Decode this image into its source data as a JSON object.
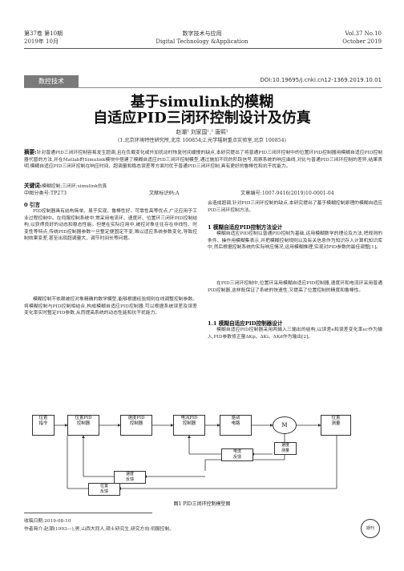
{
  "header": {
    "left_issue": "第37卷 第10期",
    "left_date": "2019年 10月",
    "center_cn": "数字技术与应用",
    "center_en": "Digital Technology &Application",
    "right_issue": "Vol.37  No.10",
    "right_date": "October   2019"
  },
  "tag": {
    "label": "数控技术"
  },
  "doi": "DOI:10.19695/j.cnki.cn12-1369.2019.10.01",
  "title": {
    "line1": "基于simulink的模糊",
    "line2": "自适应PID三闭环控制设计及仿真"
  },
  "authors": "赵潮¹ 刘家国¹,² 唐熙¹",
  "affiliation": "(1.北京环境特性研究所,北京  100854;2.光学辐射重点实验室,北京  100854)",
  "abstract": {
    "label": "摘要:",
    "text": "针对普通PID三闭环控制容易发生超调,且在负载变化或外加扰动时恢复时间缓慢的缺点,本研究提出了将普通PID三闭环控制中的位置环PID控制器用模糊自适应PID控制器代替的方法,并在Matlab的Simulink模块中搭建了模糊自适应PID三闭环控制模型,通过施加不同的阶跃信号,观察系统的响应曲线,对比与普通PID三闭环控制的差异,结果表明,模糊自适应PID三闭环控制在响应时间、超调量和稳态误差等方面均优于普通PID三闭环控制,具有更好的鲁棒性和抗干扰能力。"
  },
  "keywords": {
    "label": "关键词:",
    "text": "模糊控制;三闭环;simulink仿真"
  },
  "classification": {
    "clc": "中图分类号:TP273",
    "code": "文献标识码:A",
    "article_no": "文章编号:1007-9416(2019)10-0001-04"
  },
  "body": {
    "sec0_title": "0 引言",
    "sec0_p1": "PID控制器具有结构简单、易于实现、鲁棒性好、可靠性高等优点,广泛应用于工业过程控制中。在伺服控制系统中,常采用电流环、速度环、位置环三闭环PID控制结构,以获得良好的动态和稳态性能。但是在实际应用中,被控对象往往存在非线性、时变性等特点,传统PID控制器参数一旦整定便固定不变,难以适应系统参数变化,导致控制效果变差,甚至出现超调量大、调节时间长等问题。",
    "sec0_p2": "模糊控制不依赖被控对象精确的数学模型,能够根据经验规则在线调整控制参数。将模糊控制与PID控制相结合,构成模糊自适应PID控制器,可以根据系统误差及误差变化率实时整定PID参数,从而提高系统的动态性能和抗干扰能力。",
    "right_p1": "会造成超调,针对PID三闭环控制的缺点,本研究提出了基于模糊控制原理的模糊自适应PID三闭环控制方法。",
    "sec1_title": "1 模糊自适应PID控制方法设计",
    "sec1_p1": "模糊自适应PID控制以普通PID控制为基础,运用模糊数学的理论及方法,把规则的条件、操作用模糊集表示,并把模糊控制规则以及有关信息作为知识存入计算机知识库中,然后根据控制系统的实际响应情况,运用模糊推理,实现对PID参数的最佳调整[1]。",
    "sec1_p2": "在PID三闭环控制中,位置环采用模糊自适应PID控制器,速度环和电流环采用普通PID控制器,这样既保证了系统的快速性,又提高了位置控制的精度和鲁棒性。",
    "sec11_title": "1.1 模糊自适应PID控制器设计",
    "sec11_p1": "模糊自适应PID控制器采用两输入三输出的结构,以误差e和误差变化率ec作为输入,PID参数修正量ΔKp、ΔKi、ΔKd作为输出[2]。"
  },
  "figure": {
    "caption": "图1  PID三闭环控制模型图",
    "boxes": {
      "pos_cmd": "位置\n指令",
      "pos_ctrl": "位置PID\n控制器",
      "spd_ctrl": "速度PID\n控制器",
      "cur_ctrl": "电流PID\n控制器",
      "driver": "驱动\n电路",
      "motor": "M",
      "pos_meas": "位置\n测量",
      "spd_meas": "速度\n测量",
      "cur_fb": "电流\n反馈",
      "spd_fb": "速度\n反馈",
      "pos_fb": "位置\n反馈"
    }
  },
  "footer": {
    "received": "收稿日期:2019-08-10",
    "author_bio": "作者简介:赵潮(1993—),男,山西大同人,硕士研究生,研究方向:伺服控制。",
    "stamp": "期刊"
  }
}
